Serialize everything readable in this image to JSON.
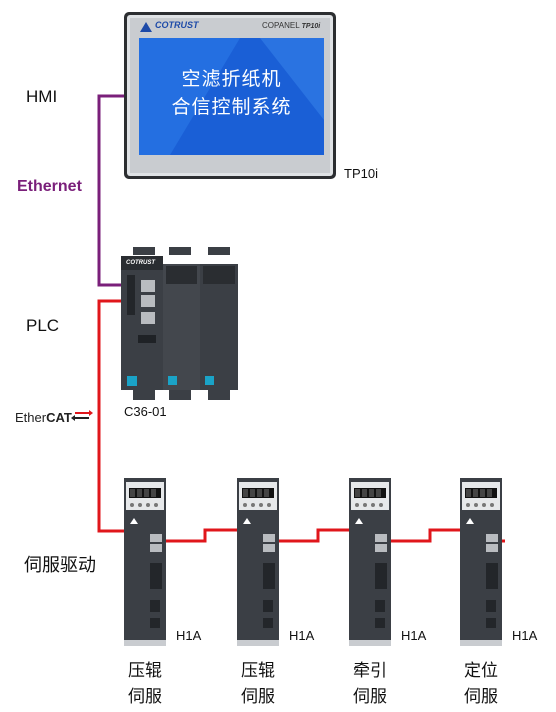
{
  "labels": {
    "hmi": "HMI",
    "ethernet": "Ethernet",
    "plc": "PLC",
    "ethercat_prefix": "Ether",
    "ethercat_bold": "CAT",
    "drive_section": "伺服驱动"
  },
  "hmi_device": {
    "brand": "COTRUST",
    "panel_name": "COPANEL",
    "panel_model": "TP10i",
    "screen_line1": "空滤折纸机",
    "screen_line2": "合信控制系统",
    "model_caption": "TP10i"
  },
  "plc_device": {
    "brand": "COTRUST",
    "model_caption": "C36-01"
  },
  "servo_drives": [
    {
      "model": "H1A",
      "name_line1": "压辊",
      "name_line2": "伺服"
    },
    {
      "model": "H1A",
      "name_line1": "压辊",
      "name_line2": "伺服"
    },
    {
      "model": "H1A",
      "name_line1": "牵引",
      "name_line2": "伺服"
    },
    {
      "model": "H1A",
      "name_line1": "定位",
      "name_line2": "伺服"
    }
  ],
  "colors": {
    "ethernet_line": "#7a1f7a",
    "ethercat_line": "#e0161b",
    "hmi_screen": "#1a5fd6",
    "device_body": "#3b3f45"
  }
}
